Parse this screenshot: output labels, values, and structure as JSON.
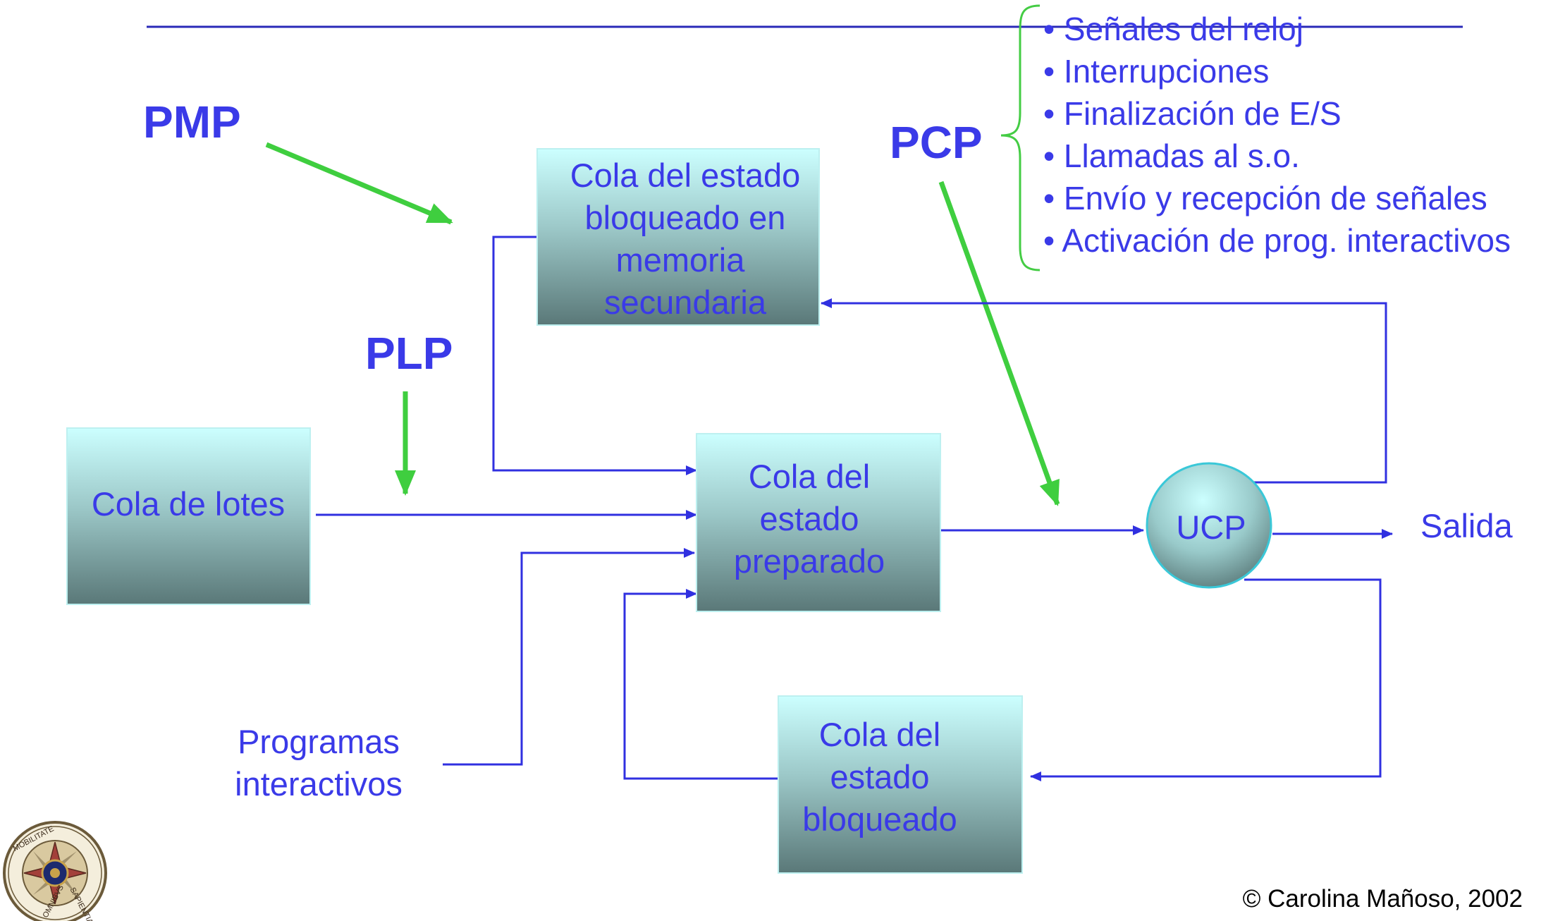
{
  "labels": {
    "pmp": "PMP",
    "plp": "PLP",
    "pcp": "PCP",
    "salida": "Salida",
    "programas_line1": "Programas",
    "programas_line2": "interactivos",
    "credit": "© Carolina Mañoso, 2002"
  },
  "boxes": {
    "memoria_secundaria": [
      "Cola del estado",
      "bloqueado en",
      "memoria",
      "secundaria"
    ],
    "lotes": [
      "Cola de lotes"
    ],
    "preparado": [
      "Cola del",
      "estado",
      "preparado"
    ],
    "bloqueado": [
      "Cola del",
      "estado",
      "bloqueado"
    ],
    "ucp": "UCP"
  },
  "events": [
    "• Señales del reloj",
    "• Interrupciones",
    "• Finalización de E/S",
    "• Llamadas al s.o.",
    "• Envío y recepción de señales",
    "• Activación de prog. interactivos"
  ],
  "logo": {
    "name": "university-seal",
    "inscription": "OMNIBVS MOBILITATE SAPIENTIA"
  },
  "colors": {
    "text_blue": "#3a3ae8",
    "line_blue": "#3030e0",
    "arrow_green": "#3fce3f",
    "box_top": "#ccffff",
    "box_bottom": "#5a7a7a"
  }
}
